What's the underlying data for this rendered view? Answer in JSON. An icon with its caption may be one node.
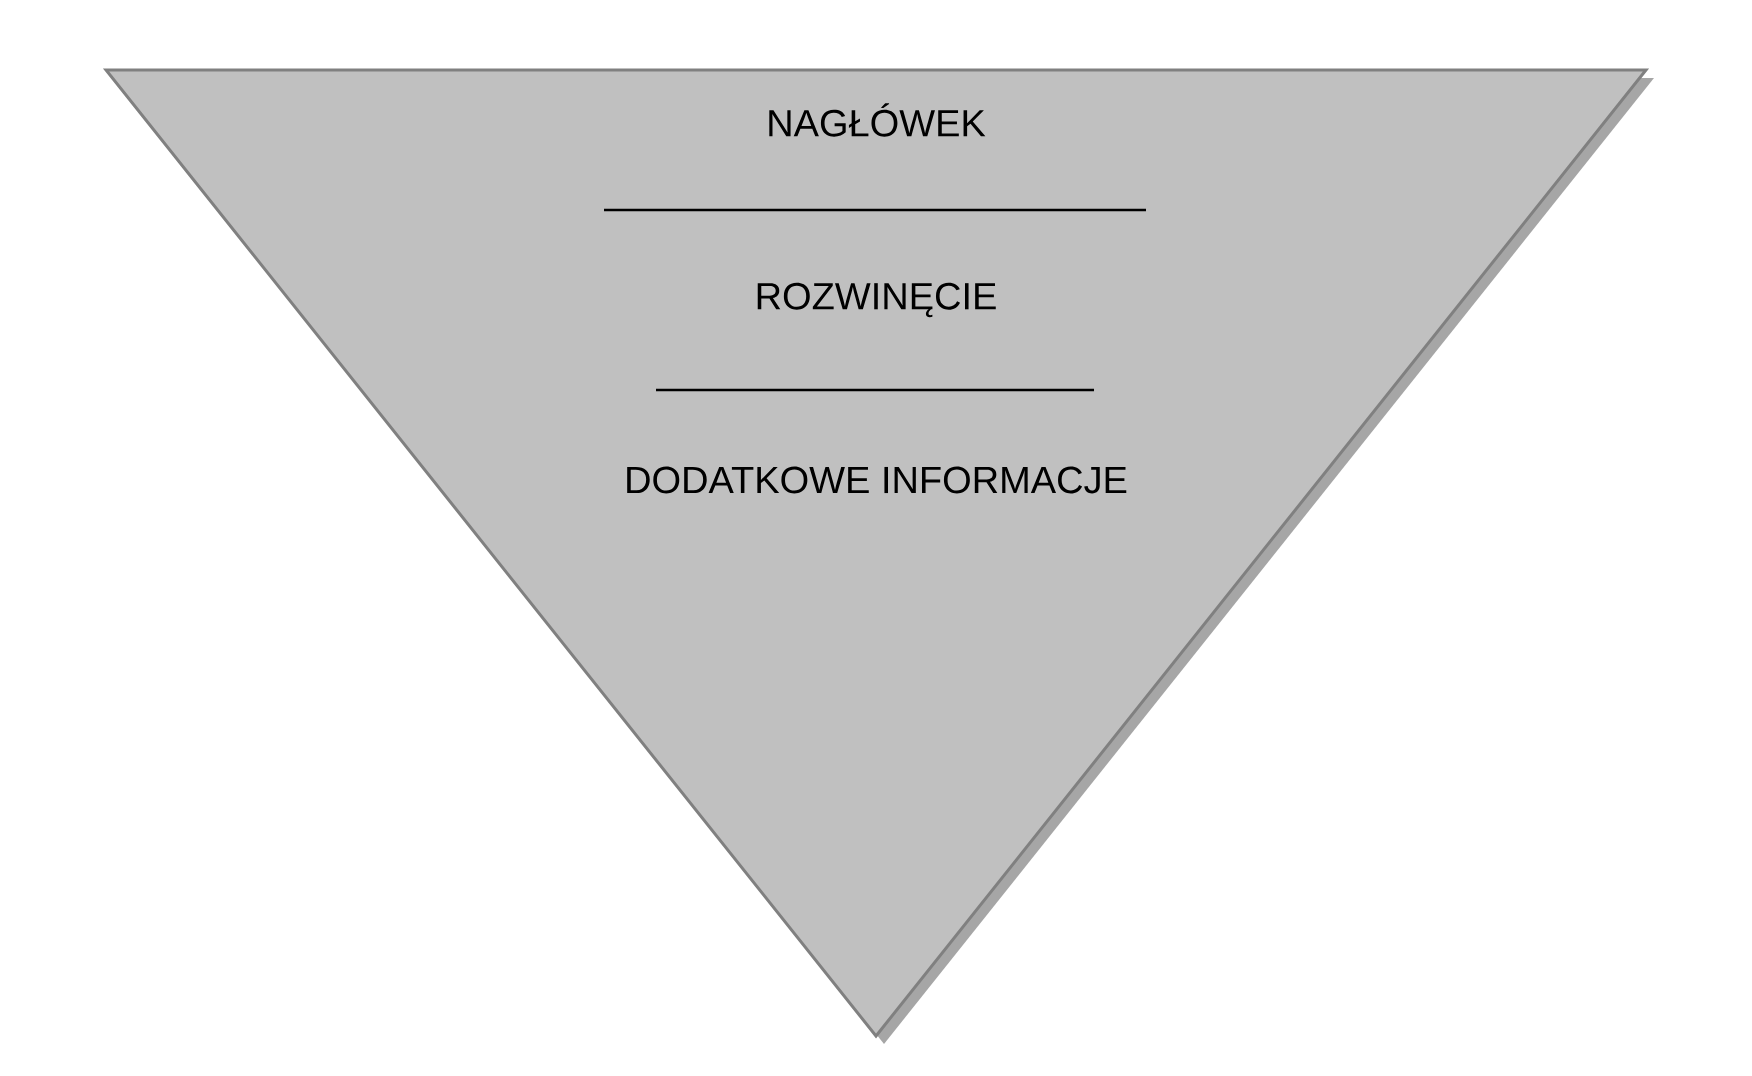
{
  "diagram": {
    "nodes": [
      {
        "text": [
          "NAGŁÓWEK",
          "ROZWINĘCIE",
          "DODATKOWE INFORMACJE"
        ]
      }
    ]
  }
}
